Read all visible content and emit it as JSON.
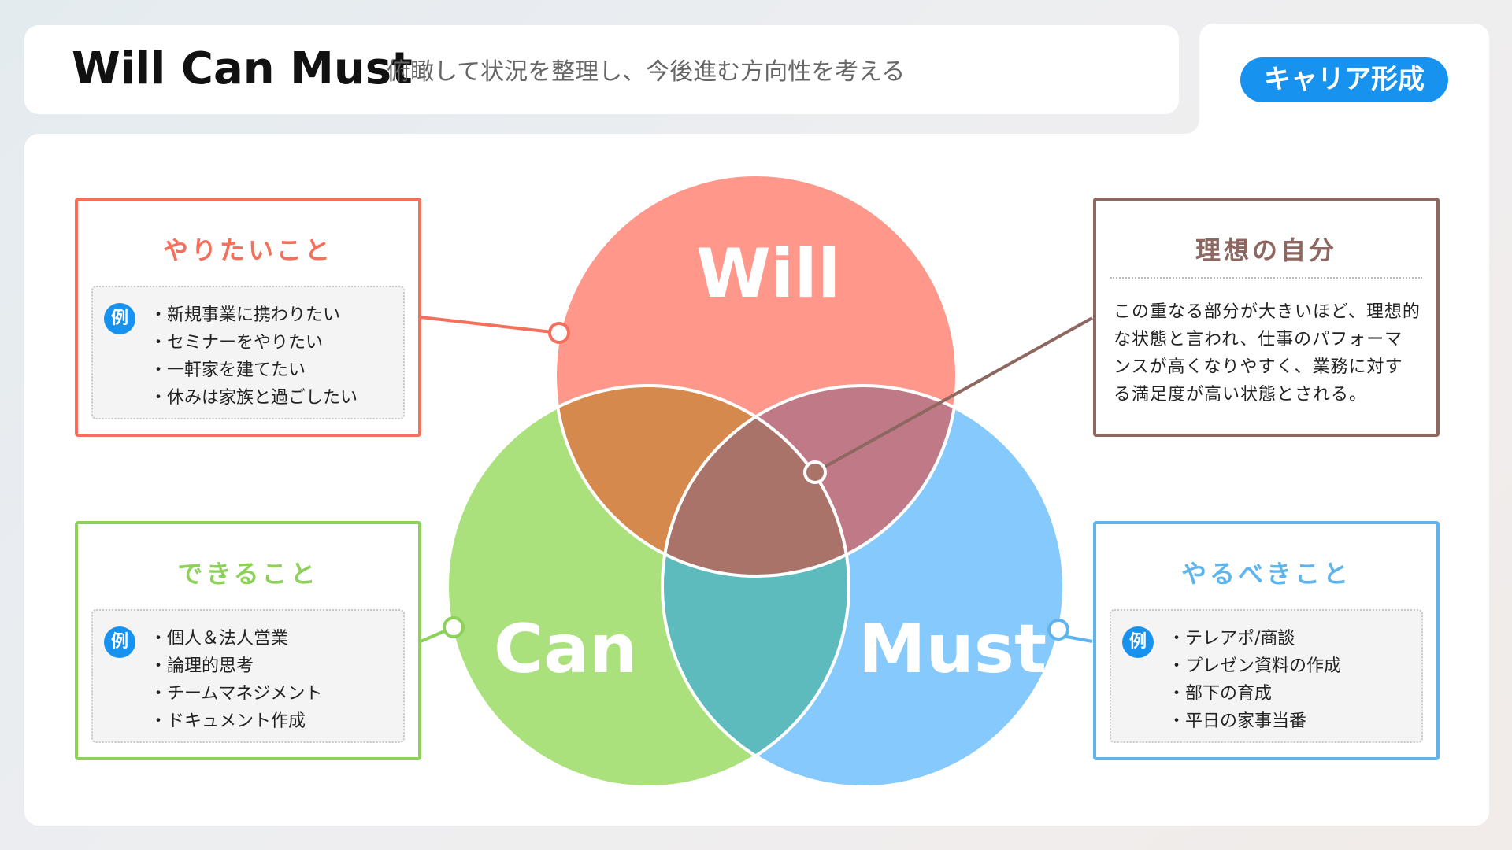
{
  "header": {
    "title": "Will Can Must",
    "subtitle": "俯瞰して状況を整理し、今後進む方向性を考える"
  },
  "badge": "キャリア形成",
  "venn": {
    "will": "Will",
    "can": "Can",
    "must": "Must",
    "colors": {
      "will": "#ff978a",
      "can": "#abe17d",
      "must": "#86c9fc",
      "will_can": "#d5894d",
      "will_must": "#c07a87",
      "can_must": "#5dbbbd",
      "center": "#a97369"
    }
  },
  "cards": {
    "will": {
      "title": "やりたいこと",
      "example_badge": "例",
      "items": [
        "・新規事業に携わりたい",
        "・セミナーをやりたい",
        "・一軒家を建てたい",
        "・休みは家族と過ごしたい"
      ],
      "color": "#f4705d"
    },
    "can": {
      "title": "できること",
      "example_badge": "例",
      "items": [
        "・個人＆法人営業",
        "・論理的思考",
        "・チームマネジメント",
        "・ドキュメント作成"
      ],
      "color": "#8dd15a"
    },
    "must": {
      "title": "やるべきこと",
      "example_badge": "例",
      "items": [
        "・テレアポ/商談",
        "・プレゼン資料の作成",
        "・部下の育成",
        "・平日の家事当番"
      ],
      "color": "#5fb4ec"
    },
    "ideal": {
      "title": "理想の自分",
      "text": "この重なる部分が大きいほど、理想的な状態と言われ、仕事のパフォーマンスが高くなりやすく、業務に対する満足度が高い状態とされる。",
      "color": "#8d6760"
    }
  }
}
